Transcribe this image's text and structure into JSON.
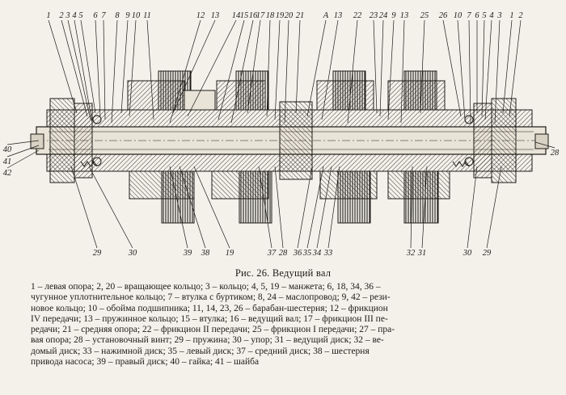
{
  "figure": {
    "caption": "Рис. 26. Ведущий вал",
    "callouts_top": [
      "1",
      "2",
      "3",
      "4",
      "5",
      "6",
      "7",
      "8",
      "9",
      "10",
      "11",
      "12",
      "13",
      "14",
      "15",
      "16",
      "17",
      "18",
      "19",
      "20",
      "21",
      "A",
      "13",
      "22",
      "23",
      "24",
      "9",
      "13",
      "25",
      "26",
      "10",
      "7",
      "6",
      "5",
      "4",
      "3",
      "1",
      "2"
    ],
    "callouts_left": [
      "40",
      "41",
      "42"
    ],
    "callouts_right": [
      "28"
    ],
    "callouts_bottom": [
      "29",
      "30",
      "39",
      "38",
      "19",
      "37",
      "28",
      "36",
      "35",
      "34",
      "33",
      "32",
      "31",
      "30",
      "29"
    ],
    "legend_lines": [
      "1 – левая опора; 2, 20 – вращающее кольцо; 3 – кольцо; 4, 5, 19 – манжета; 6, 18, 34, 36 –",
      "чугунное уплотнительное кольцо; 7 – втулка с буртиком; 8, 24 – маслопровод; 9, 42 – рези-",
      "новое кольцо; 10 – обойма подшипника; 11, 14, 23, 26 – барабан-шестерня; 12 – фрикцион",
      "IV передачи; 13 – пружинное кольцо; 15 – втулка; 16 – ведущий вал; 17 – фрикцион III пе-",
      "редачи; 21 – средняя опора; 22 – фрикцион II передачи; 25 – фрикцион I передачи; 27 – пра-",
      "вая опора; 28 – установочный винт; 29 – пружина; 30 – упор; 31 – ведущий диск; 32 – ве-",
      "домый диск; 33 – нажимной диск; 35 – левый диск; 37 – средний диск; 38 – шестерня",
      "привода насоса; 39 – правый диск; 40 – гайка; 41 – шайба"
    ]
  }
}
